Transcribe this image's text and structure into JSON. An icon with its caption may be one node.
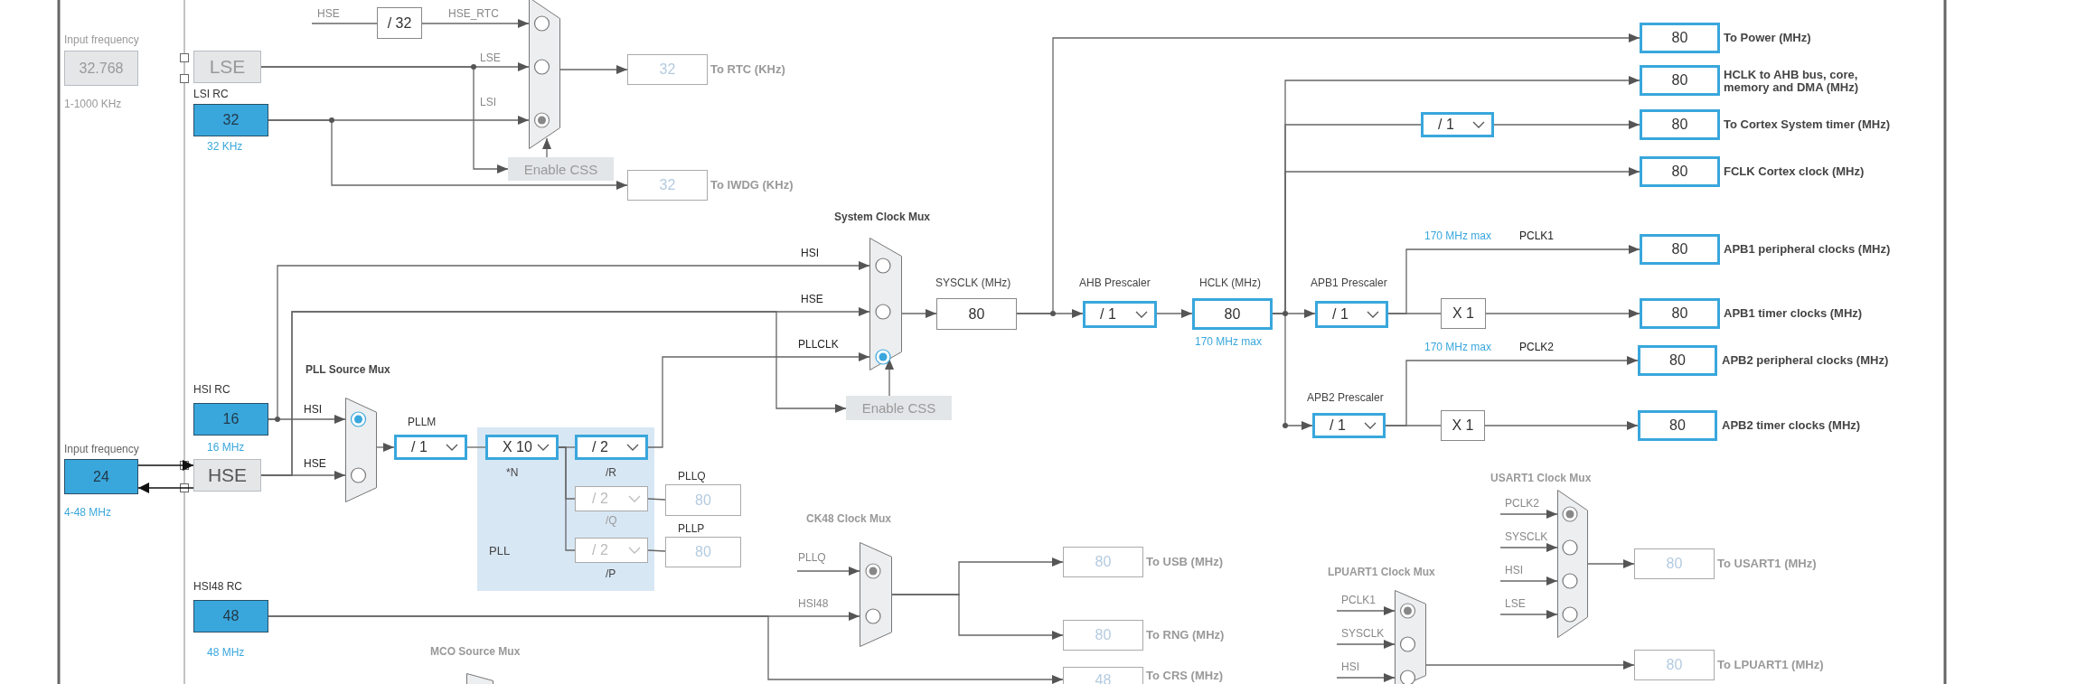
{
  "diagram": {
    "nodes": [
      {
        "text": [
          "Input frequency",
          "32.768"
        ],
        "beside": [
          "1-1000 KHz"
        ]
      },
      {
        "text": [
          "LSE"
        ]
      },
      {
        "text": [
          "LSI RC",
          "32"
        ],
        "beside": [
          "32 KHz"
        ]
      },
      {
        "text": [
          "/ 32"
        ]
      },
      {
        "text": [],
        "shape": "trapezoid"
      },
      {
        "text": [
          "Enable CSS"
        ]
      },
      {
        "text": [
          "32"
        ],
        "beside": [
          "To RTC (KHz)"
        ]
      },
      {
        "text": [
          "32"
        ],
        "beside": [
          "To IWDG (KHz)"
        ]
      },
      {
        "text": [
          "HSI RC",
          "16"
        ],
        "beside": [
          "16 MHz"
        ]
      },
      {
        "text": [
          "Input frequency",
          "24"
        ],
        "beside": [
          "4-48 MHz"
        ]
      },
      {
        "text": [
          "HSE"
        ]
      },
      {
        "text": [
          "PLL Source Mux"
        ]
      },
      {
        "text": [
          "PLLM",
          "/ 1"
        ]
      },
      {
        "text": [
          "PLL"
        ]
      },
      {
        "text": [
          "X 10"
        ],
        "beside": [
          "*N"
        ],
        "in": 13
      },
      {
        "text": [
          "/ 2"
        ],
        "beside": [
          "/R"
        ],
        "in": 13
      },
      {
        "text": [
          "/ 2"
        ],
        "beside": [
          "/Q"
        ],
        "in": 13
      },
      {
        "text": [
          "/ 2"
        ],
        "beside": [
          "/P"
        ],
        "in": 13
      },
      {
        "text": [
          "PLLQ",
          "80"
        ]
      },
      {
        "text": [
          "PLLP",
          "80"
        ]
      },
      {
        "text": [
          "System Clock Mux"
        ]
      },
      {
        "text": [
          "Enable CSS"
        ]
      },
      {
        "text": [
          "SYSCLK (MHz)",
          "80"
        ]
      },
      {
        "text": [
          "AHB Prescaler",
          "/ 1"
        ]
      },
      {
        "text": [
          "HCLK (MHz)",
          "80"
        ],
        "beside": [
          "170 MHz max"
        ]
      },
      {
        "text": [
          "APB1 Prescaler",
          "/ 1"
        ]
      },
      {
        "text": [
          "80"
        ],
        "beside": [
          "To Power (MHz)"
        ]
      },
      {
        "text": [
          "80"
        ],
        "beside": [
          "HCLK to AHB bus, core, memory and DMA (MHz)"
        ]
      },
      {
        "text": [
          "/ 1"
        ]
      },
      {
        "text": [
          "80"
        ],
        "beside": [
          "To Cortex System timer (MHz)"
        ]
      },
      {
        "text": [
          "80"
        ],
        "beside": [
          "FCLK Cortex clock (MHz)"
        ]
      },
      {
        "text": [
          "80"
        ],
        "beside": [
          "APB1 peripheral clocks (MHz)"
        ]
      },
      {
        "text": [
          "X 1"
        ]
      },
      {
        "text": [
          "80"
        ],
        "beside": [
          "APB1 timer clocks (MHz)"
        ]
      },
      {
        "text": [
          "APB2 Prescaler",
          "/ 1"
        ]
      },
      {
        "text": [
          "80"
        ],
        "beside": [
          "APB2 peripheral clocks (MHz)"
        ]
      },
      {
        "text": [
          "X 1"
        ]
      },
      {
        "text": [
          "80"
        ],
        "beside": [
          "APB2 timer clocks (MHz)"
        ]
      },
      {
        "text": [
          "USART1 Clock Mux"
        ]
      },
      {
        "text": [
          "80"
        ],
        "beside": [
          "To USART1 (MHz)"
        ]
      },
      {
        "text": [
          "LPUART1 Clock Mux"
        ]
      },
      {
        "text": [
          "80"
        ],
        "beside": [
          "To LPUART1 (MHz)"
        ]
      },
      {
        "text": [
          "CK48 Clock Mux"
        ]
      },
      {
        "text": [
          "HSI48 RC",
          "48"
        ],
        "beside": [
          "48 MHz"
        ]
      },
      {
        "text": [
          "80"
        ],
        "beside": [
          "To USB (MHz)"
        ]
      },
      {
        "text": [
          "80"
        ],
        "beside": [
          "To RNG (MHz)"
        ]
      },
      {
        "text": [
          "48"
        ],
        "beside": [
          "To CRS (MHz)"
        ]
      },
      {
        "text": [
          "MCO Source Mux"
        ]
      }
    ],
    "edges": [
      {
        "from": null,
        "to": 3,
        "arrow": "none",
        "label": "HSE"
      },
      {
        "from": 3,
        "to": 4,
        "arrow": "to",
        "label": "HSE_RTC"
      },
      {
        "from": 1,
        "to": 4,
        "arrow": "to",
        "label": "LSE"
      },
      {
        "from": 1,
        "to": 5,
        "arrow": "to"
      },
      {
        "from": 2,
        "to": 4,
        "arrow": "to",
        "label": "LSI"
      },
      {
        "from": 2,
        "to": 7,
        "arrow": "to"
      },
      {
        "from": 5,
        "to": 4,
        "arrow": "to"
      },
      {
        "from": 4,
        "to": 6,
        "arrow": "to"
      },
      {
        "from": 9,
        "to": 10,
        "arrow": "to"
      },
      {
        "from": 10,
        "to": 9,
        "arrow": "to"
      },
      {
        "from": 8,
        "to": 11,
        "arrow": "to",
        "label": "HSI"
      },
      {
        "from": 10,
        "to": 11,
        "arrow": "to",
        "label": "HSE"
      },
      {
        "from": 11,
        "to": 12,
        "arrow": "to"
      },
      {
        "from": 12,
        "to": 14,
        "arrow": "none"
      },
      {
        "from": 14,
        "to": 15,
        "arrow": "none"
      },
      {
        "from": 14,
        "to": 16,
        "arrow": "none"
      },
      {
        "from": 14,
        "to": 17,
        "arrow": "none"
      },
      {
        "from": 16,
        "to": 18,
        "arrow": "none"
      },
      {
        "from": 17,
        "to": 19,
        "arrow": "none"
      },
      {
        "from": 15,
        "to": 20,
        "arrow": "to",
        "label": "PLLCLK"
      },
      {
        "from": 8,
        "to": 20,
        "arrow": "to",
        "label": "HSI"
      },
      {
        "from": 10,
        "to": 20,
        "arrow": "to",
        "label": "HSE"
      },
      {
        "from": 10,
        "to": 21,
        "arrow": "to"
      },
      {
        "from": 21,
        "to": 20,
        "arrow": "to"
      },
      {
        "from": 20,
        "to": 22,
        "arrow": "to"
      },
      {
        "from": 22,
        "to": 23,
        "arrow": "to"
      },
      {
        "from": 22,
        "to": 26,
        "arrow": "to"
      },
      {
        "from": 23,
        "to": 24,
        "arrow": "to"
      },
      {
        "from": 24,
        "to": 25,
        "arrow": "to"
      },
      {
        "from": 24,
        "to": 27,
        "arrow": "to"
      },
      {
        "from": 24,
        "to": 28,
        "arrow": "none"
      },
      {
        "from": 28,
        "to": 29,
        "arrow": "to"
      },
      {
        "from": 24,
        "to": 30,
        "arrow": "to"
      },
      {
        "from": 24,
        "to": 34,
        "arrow": "to"
      },
      {
        "from": 25,
        "to": 31,
        "arrow": "to",
        "label": "PCLK1"
      },
      {
        "from": 25,
        "to": 32,
        "arrow": "none"
      },
      {
        "from": 32,
        "to": 33,
        "arrow": "to"
      },
      {
        "from": 34,
        "to": 35,
        "arrow": "to",
        "label": "PCLK2"
      },
      {
        "from": 34,
        "to": 36,
        "arrow": "none"
      },
      {
        "from": 36,
        "to": 37,
        "arrow": "to"
      },
      {
        "from": null,
        "to": 38,
        "arrow": "to",
        "label": "PCLK2"
      },
      {
        "from": null,
        "to": 38,
        "arrow": "to",
        "label": "SYSCLK"
      },
      {
        "from": null,
        "to": 38,
        "arrow": "to",
        "label": "HSI"
      },
      {
        "from": null,
        "to": 38,
        "arrow": "to",
        "label": "LSE"
      },
      {
        "from": 38,
        "to": 39,
        "arrow": "to"
      },
      {
        "from": null,
        "to": 40,
        "arrow": "to",
        "label": "PCLK1"
      },
      {
        "from": null,
        "to": 40,
        "arrow": "to",
        "label": "SYSCLK"
      },
      {
        "from": null,
        "to": 40,
        "arrow": "to",
        "label": "HSI"
      },
      {
        "from": 40,
        "to": 41,
        "arrow": "to"
      },
      {
        "from": null,
        "to": 42,
        "arrow": "to",
        "label": "PLLQ"
      },
      {
        "from": 43,
        "to": 42,
        "arrow": "to",
        "label": "HSI48"
      },
      {
        "from": 42,
        "to": 44,
        "arrow": "to"
      },
      {
        "from": 42,
        "to": 45,
        "arrow": "to"
      },
      {
        "from": 43,
        "to": 46,
        "arrow": "to"
      }
    ],
    "labels": [
      "170 MHz max",
      "170 MHz max"
    ]
  }
}
